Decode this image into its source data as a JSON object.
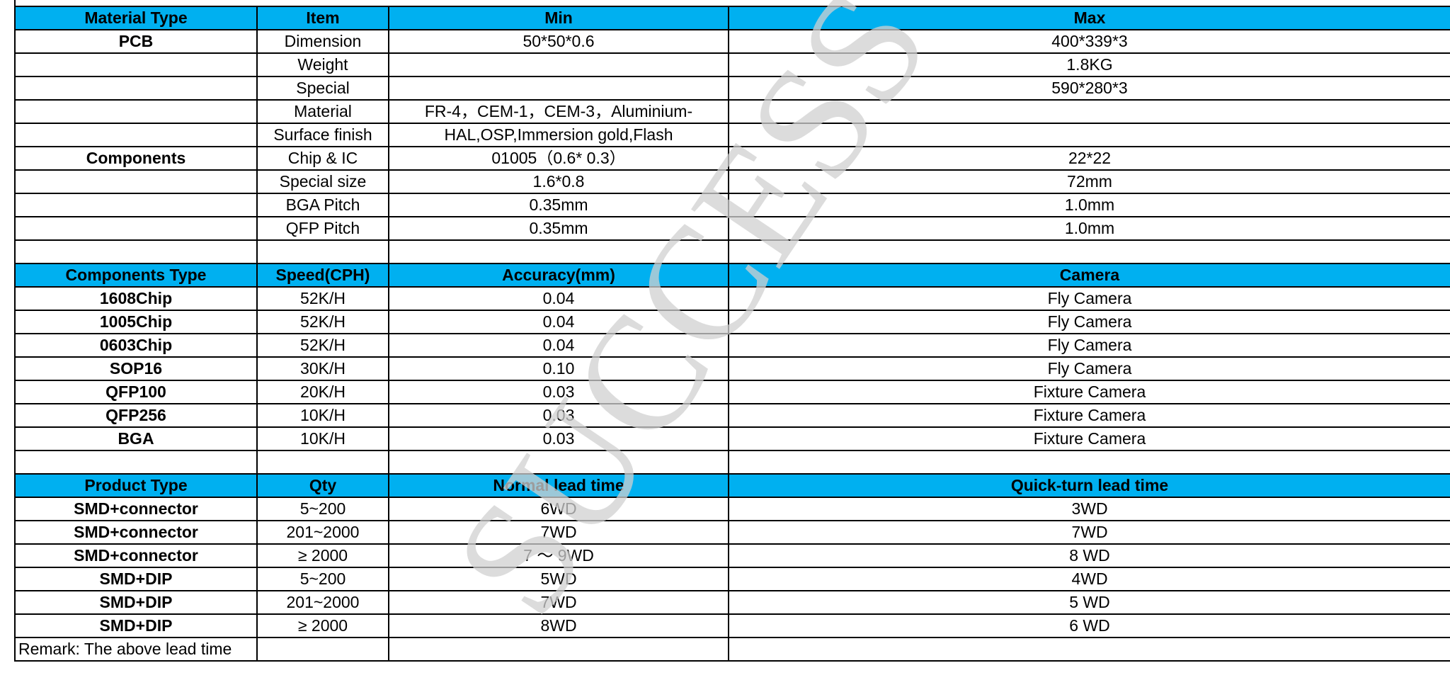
{
  "headers": {
    "material": [
      "Material Type",
      "Item",
      "Min",
      "Max"
    ],
    "components": [
      "Components Type",
      "Speed(CPH)",
      "Accuracy(mm)",
      "Camera"
    ],
    "product": [
      "Product Type",
      "Qty",
      "Normal lead time",
      "Quick-turn lead time"
    ]
  },
  "material_rows": [
    [
      "PCB",
      "Dimension",
      "50*50*0.6",
      "400*339*3"
    ],
    [
      "",
      "Weight",
      "",
      "1.8KG"
    ],
    [
      "",
      "Special",
      "",
      "590*280*3"
    ],
    [
      "",
      "Material",
      "FR-4，CEM-1，CEM-3，Aluminium-",
      ""
    ],
    [
      "",
      "Surface finish",
      "HAL,OSP,Immersion gold,Flash",
      ""
    ],
    [
      "Components",
      "Chip & IC",
      "01005（0.6* 0.3）",
      "22*22"
    ],
    [
      "",
      "Special size",
      "1.6*0.8",
      "72mm"
    ],
    [
      "",
      "BGA Pitch",
      "0.35mm",
      "1.0mm"
    ],
    [
      "",
      "QFP Pitch",
      "0.35mm",
      "1.0mm"
    ]
  ],
  "component_rows": [
    [
      "1608Chip",
      "52K/H",
      "0.04",
      "Fly Camera"
    ],
    [
      "1005Chip",
      "52K/H",
      "0.04",
      "Fly Camera"
    ],
    [
      "0603Chip",
      "52K/H",
      "0.04",
      "Fly Camera"
    ],
    [
      "SOP16",
      "30K/H",
      "0.10",
      "Fly Camera"
    ],
    [
      "QFP100",
      "20K/H",
      "0.03",
      "Fixture Camera"
    ],
    [
      "QFP256",
      "10K/H",
      "0.03",
      "Fixture Camera"
    ],
    [
      "BGA",
      "10K/H",
      "0.03",
      "Fixture Camera"
    ]
  ],
  "product_rows": [
    [
      "SMD+connector",
      "5~200",
      "6WD",
      "3WD"
    ],
    [
      "SMD+connector",
      "201~2000",
      "7WD",
      "7WD"
    ],
    [
      "SMD+connector",
      "≥ 2000",
      "7 ～ 9WD",
      "8 WD"
    ],
    [
      "SMD+DIP",
      "5~200",
      "5WD",
      "4WD"
    ],
    [
      "SMD+DIP",
      "201~2000",
      "7WD",
      "5 WD"
    ],
    [
      "SMD+DIP",
      "≥ 2000",
      "8WD",
      "6 WD"
    ]
  ],
  "remark": "Remark: The above lead time",
  "watermark": "SUCCESS",
  "colors": {
    "header_bg": "#00b0f0",
    "watermark": "#d0d0d0"
  }
}
